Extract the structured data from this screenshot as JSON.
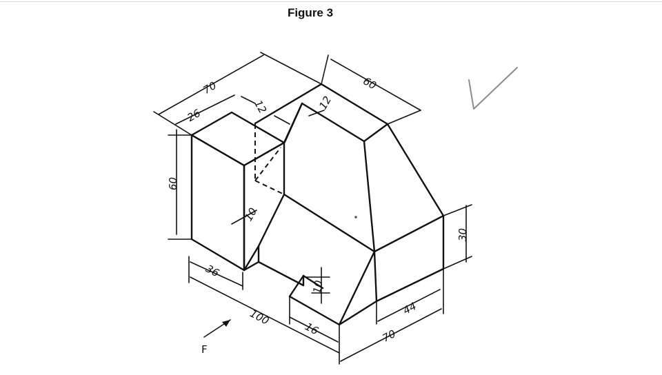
{
  "figure": {
    "title": "Figure 3"
  },
  "dimensions": {
    "overall_depth": "70",
    "upright_depth": "26",
    "overall_height": "60",
    "slot_width_a": "12",
    "slot_width_b": "12",
    "top_length": "60",
    "upright_wall": "10",
    "upright_width": "36",
    "step_height": "10",
    "overall_length": "100",
    "step_width": "16",
    "right_height": "30",
    "right_length": "44",
    "right_depth": "70"
  },
  "view_arrow": {
    "label": "F"
  }
}
